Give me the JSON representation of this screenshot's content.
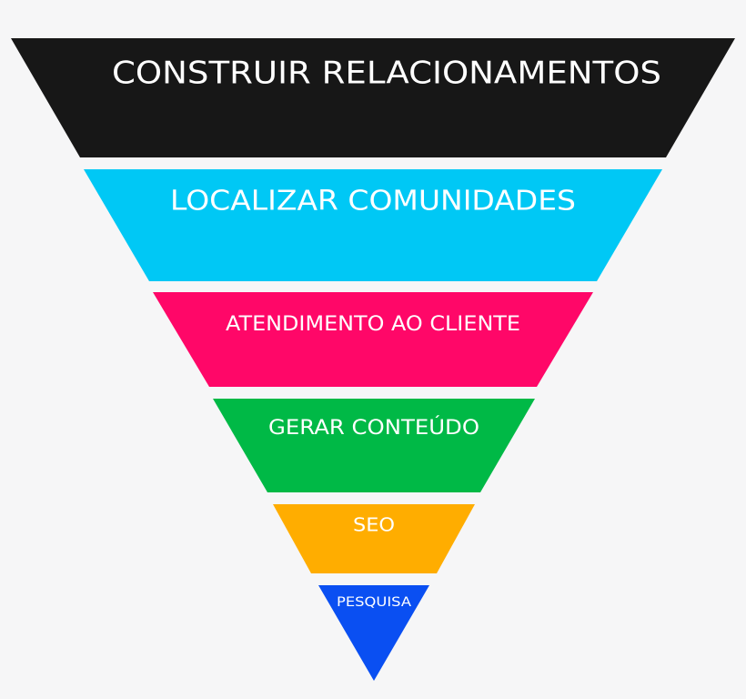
{
  "funnel": {
    "tiers": [
      {
        "label": "CONSTRUIR RELACIONAMENTOS",
        "color": "#171717"
      },
      {
        "label": "LOCALIZAR COMUNIDADES",
        "color": "#00c8f5"
      },
      {
        "label": "ATENDIMENTO AO CLIENTE",
        "color": "#ff0768"
      },
      {
        "label": "GERAR CONTEÚDO",
        "color": "#00b946"
      },
      {
        "label": "SEO",
        "color": "#ffad00"
      },
      {
        "label": "PESQUISA",
        "color": "#0a4ff2"
      }
    ]
  }
}
